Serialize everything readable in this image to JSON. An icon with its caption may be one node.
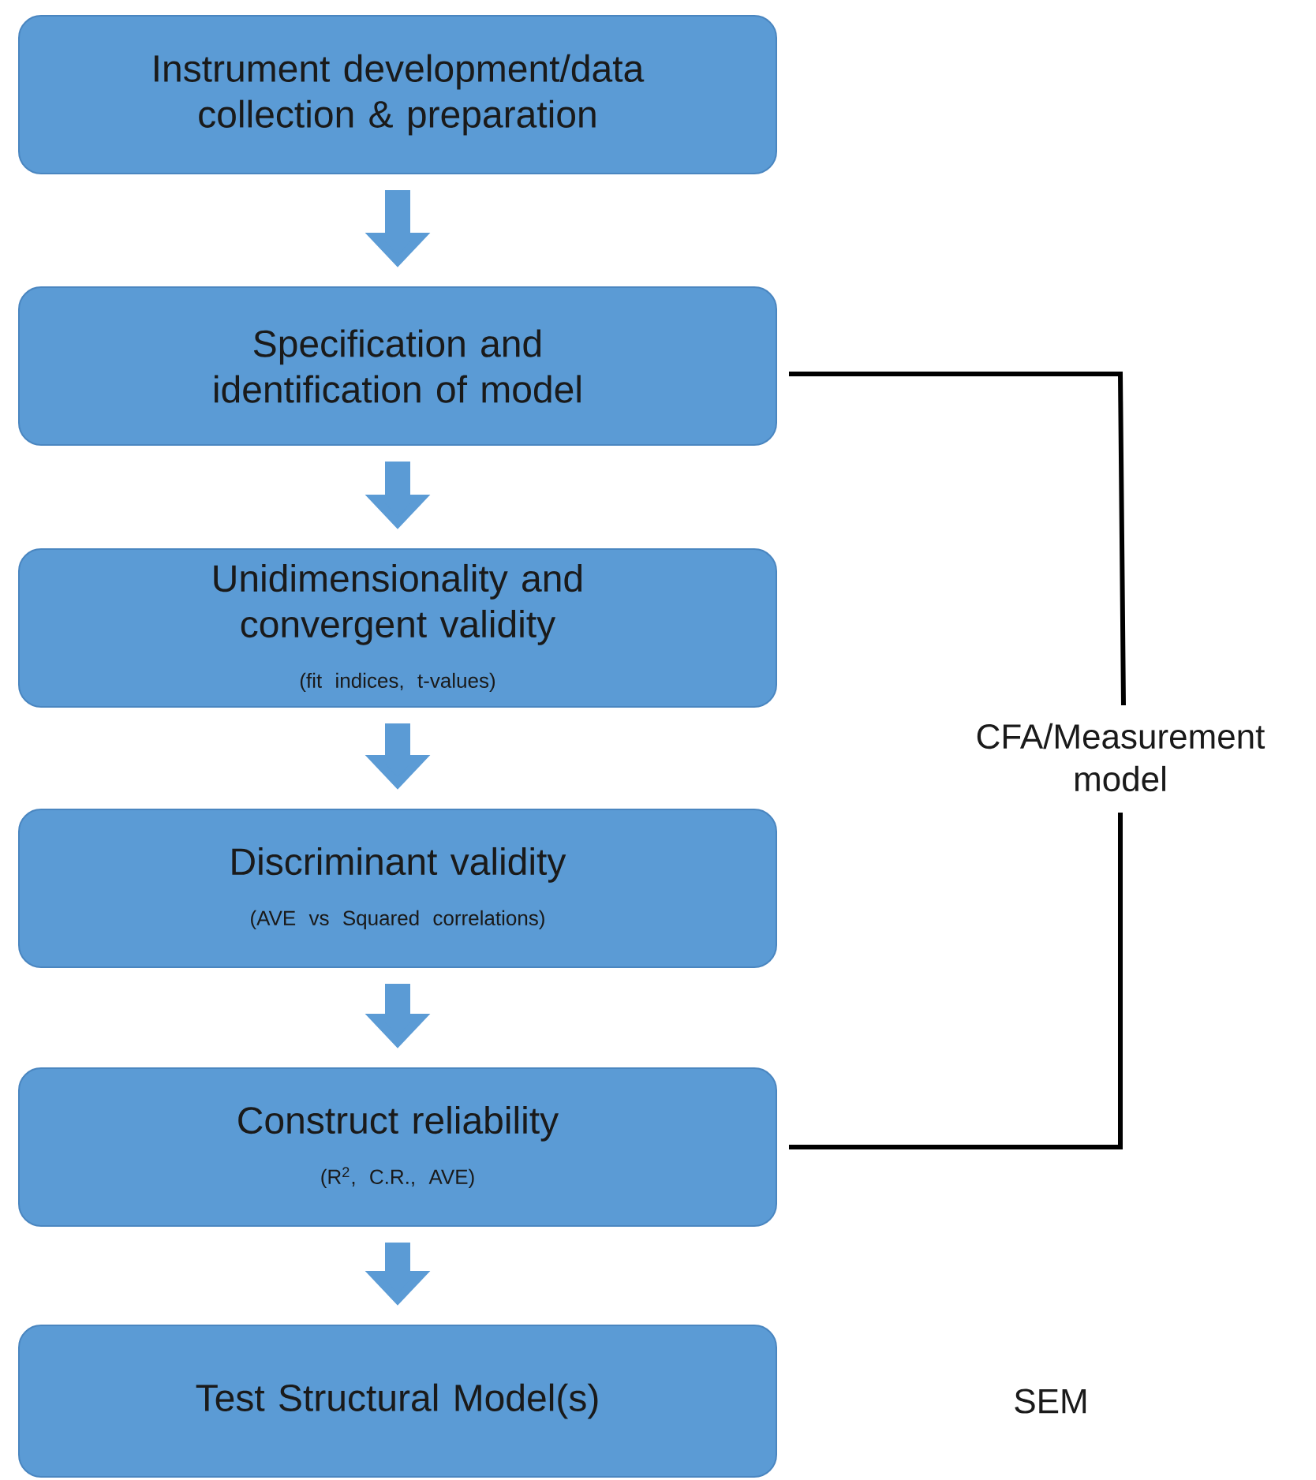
{
  "diagram": {
    "nodes": [
      {
        "text": [
          "Instrument development/data collection & preparation"
        ]
      },
      {
        "text": [
          "Specification and identification of model"
        ]
      },
      {
        "text": [
          "Unidimensionality and convergent validity",
          "(fit indices, t-values)"
        ]
      },
      {
        "text": [
          "Discriminant validity",
          "(AVE vs Squared correlations)"
        ]
      },
      {
        "text": [
          "Construct reliability",
          "(R$^{2}$, C.R., AVE)"
        ]
      },
      {
        "text": [
          "Test Structural Model(s)"
        ]
      }
    ],
    "edges": [
      {
        "from": 0,
        "to": 1,
        "arrow": "to"
      },
      {
        "from": 1,
        "to": 2,
        "arrow": "to"
      },
      {
        "from": 2,
        "to": 3,
        "arrow": "to"
      },
      {
        "from": 3,
        "to": 4,
        "arrow": "to"
      },
      {
        "from": 4,
        "to": 5,
        "arrow": "to"
      }
    ],
    "labels": [
      "CFA/Measurement model",
      "SEM"
    ]
  }
}
